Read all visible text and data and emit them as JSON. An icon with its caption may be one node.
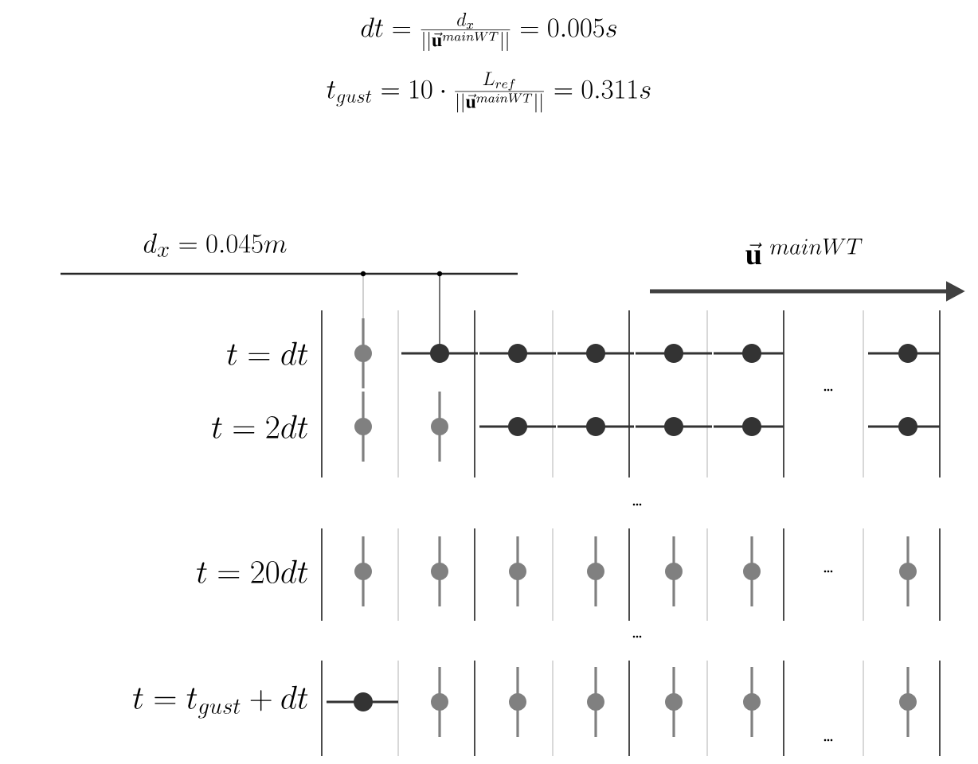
{
  "diagram": {
    "labels": [
      "dt = \\frac{d_x}{||\\vec{\\mathbf{u}}^{mainWT}||} = 0.005s",
      "t_{gust} = 10 \\cdot \\frac{L_{ref}}{||\\vec{\\mathbf{u}}^{mainWT}||} = 0.311s",
      "d_x = 0.045m",
      "\\vec{\\mathbf{u}}\\ ^{mainWT}",
      "t = dt",
      "...",
      "t = 2dt",
      "...",
      "t = 20dt",
      "...",
      "...",
      "t = t_{gust} + dt",
      "..."
    ]
  }
}
